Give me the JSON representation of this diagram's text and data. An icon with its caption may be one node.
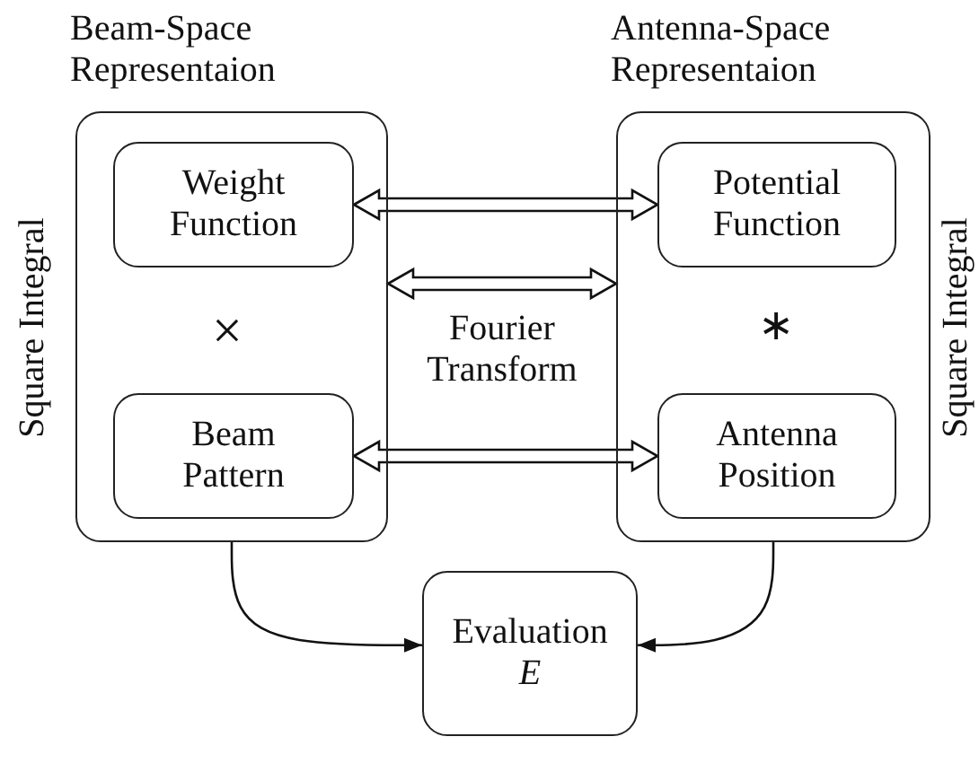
{
  "diagram": {
    "nodes": [
      {
        "text": [
          "Beam-Space Representaion"
        ],
        "beside": [
          "Square Integral"
        ]
      },
      {
        "text": [
          "Weight Function"
        ],
        "in": 0
      },
      {
        "text": [
          "Beam Pattern"
        ],
        "in": 0
      },
      {
        "text": [
          "Antenna-Space Representaion"
        ],
        "beside": [
          "Square Integral"
        ]
      },
      {
        "text": [
          "Potential Function"
        ],
        "in": 3
      },
      {
        "text": [
          "Antenna Position"
        ],
        "in": 3
      },
      {
        "text": [
          "Evaluation",
          "E"
        ]
      }
    ],
    "edges": [
      {
        "from": 1,
        "to": 4,
        "arrow": "both"
      },
      {
        "from": 0,
        "to": 3,
        "arrow": "both",
        "label": "Fourier Transform"
      },
      {
        "from": 2,
        "to": 5,
        "arrow": "both"
      },
      {
        "from": 0,
        "to": 6,
        "arrow": "to"
      },
      {
        "from": 3,
        "to": 6,
        "arrow": "to"
      }
    ],
    "labels": [
      "×",
      "∗"
    ]
  }
}
